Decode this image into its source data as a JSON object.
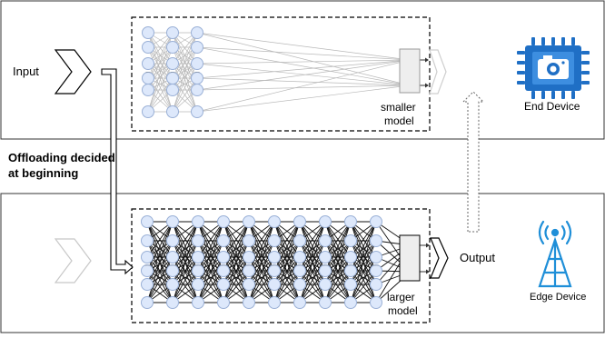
{
  "labels": {
    "input": "Input",
    "output": "Output",
    "offloading_line1": "Offloading decided",
    "offloading_line2": "at beginning",
    "smaller_model_line1": "smaller",
    "smaller_model_line2": "model",
    "larger_model_line1": "larger",
    "larger_model_line2": "model",
    "end_device": "End Device",
    "edge_device": "Edge Device"
  },
  "icons": {
    "end_device": "camera-chip-icon",
    "edge_device": "radio-tower-icon"
  },
  "colors": {
    "neuron_fill": "#dde8fb",
    "neuron_stroke": "#9ab0d6",
    "neuron_output_fill": "#d8f0c8",
    "chip_blue": "#1f6fc5",
    "tower_blue": "#1f8fd8"
  }
}
